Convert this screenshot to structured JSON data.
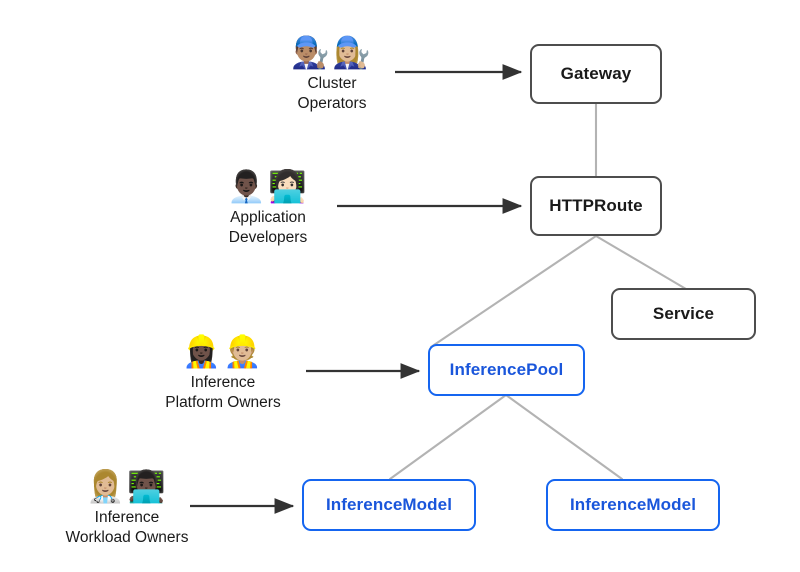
{
  "diagram": {
    "title": "Gateway API Inference Extension resource model",
    "background": "#ffffff",
    "colors": {
      "core_border": "#4d4d4d",
      "core_text": "#1a1a1a",
      "extension_border": "#1565f0",
      "extension_text": "#1a56db",
      "connector": "#b3b3b3",
      "arrow": "#333333"
    }
  },
  "nodes": [
    {
      "id": "gateway",
      "label": "Gateway",
      "kind": "core"
    },
    {
      "id": "httproute",
      "label": "HTTPRoute",
      "kind": "core"
    },
    {
      "id": "service",
      "label": "Service",
      "kind": "core"
    },
    {
      "id": "pool",
      "label": "InferencePool",
      "kind": "extension"
    },
    {
      "id": "model_left",
      "label": "InferenceModel",
      "kind": "extension"
    },
    {
      "id": "model_right",
      "label": "InferenceModel",
      "kind": "extension"
    }
  ],
  "personas": [
    {
      "id": "cluster_operators",
      "icons": "👨🏽‍🔧👩🏼‍🔧",
      "icon_names": "mechanic-man-icon, mechanic-woman-icon",
      "line1": "Cluster",
      "line2": "Operators",
      "targets": "Gateway"
    },
    {
      "id": "application_developers",
      "icons": "👨🏿‍💼👩🏻‍💻",
      "icon_names": "office-worker-icon, technologist-icon",
      "line1": "Application",
      "line2": "Developers",
      "targets": "HTTPRoute"
    },
    {
      "id": "inference_platform_owners",
      "icons": "👷🏿‍♀️👷🏼",
      "icon_names": "construction-worker-woman-icon, construction-worker-man-icon",
      "line1": "Inference",
      "line2": "Platform Owners",
      "targets": "InferencePool"
    },
    {
      "id": "inference_workload_owners",
      "icons": "👩🏼‍⚕️👨🏿‍💻",
      "icon_names": "scientist-icon, technologist-icon",
      "line1": "Inference",
      "line2": "Workload Owners",
      "targets": "InferenceModel"
    }
  ],
  "connections": [
    {
      "from": "Gateway",
      "to": "HTTPRoute",
      "style": "line"
    },
    {
      "from": "HTTPRoute",
      "to": "InferencePool",
      "style": "line"
    },
    {
      "from": "HTTPRoute",
      "to": "Service",
      "style": "line"
    },
    {
      "from": "InferencePool",
      "to": "InferenceModel",
      "style": "line"
    },
    {
      "from": "InferencePool",
      "to": "InferenceModel",
      "style": "line"
    }
  ]
}
